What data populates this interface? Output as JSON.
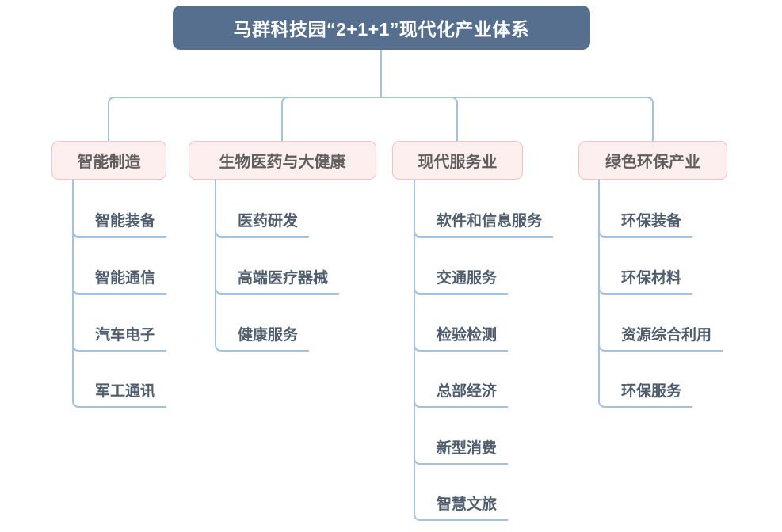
{
  "root": {
    "label": "马群科技园“2+1+1”现代化产业体系"
  },
  "branches": [
    {
      "label": "智能制造",
      "items": [
        "智能装备",
        "智能通信",
        "汽车电子",
        "军工通讯"
      ]
    },
    {
      "label": "生物医药与大健康",
      "items": [
        "医药研发",
        "高端医疗器械",
        "健康服务"
      ]
    },
    {
      "label": "现代服务业",
      "items": [
        "软件和信息服务",
        "交通服务",
        "检验检测",
        "总部经济",
        "新型消费",
        "智慧文旅"
      ]
    },
    {
      "label": "绿色环保产业",
      "items": [
        "环保装备",
        "环保材料",
        "资源综合利用",
        "环保服务"
      ]
    }
  ],
  "colors": {
    "root_bg": "#566f8f",
    "root_text": "#ffffff",
    "line": "#a6c1de",
    "branch_bg": "#fdefee",
    "branch_border": "#f0c2c0",
    "branch_text": "#5f5f5f",
    "leaf_text": "#4f5d6d",
    "canvas_bg": "#ffffff"
  }
}
